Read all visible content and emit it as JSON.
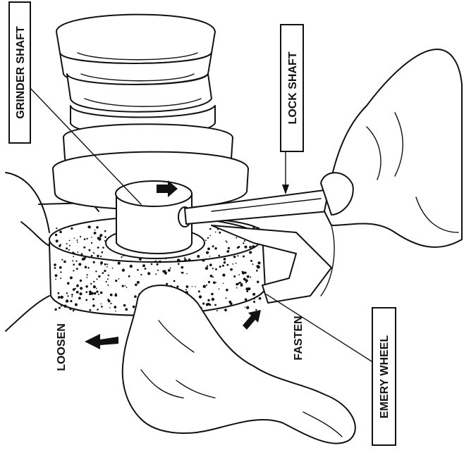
{
  "labels": {
    "grinder_shaft": "GRINDER SHAFT",
    "lock_shaft": "LOCK SHAFT",
    "emery_wheel": "EMERY WHEEL",
    "loosen": "LOOSEN",
    "fasten": "FASTEN"
  },
  "colors": {
    "ink": "#111111",
    "paper": "#ffffff"
  }
}
